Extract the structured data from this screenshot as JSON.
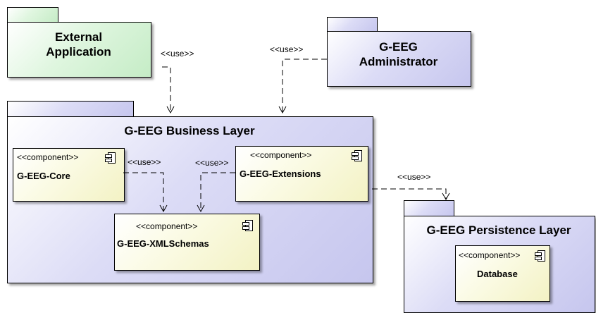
{
  "packages": {
    "external_app": {
      "line1": "External",
      "line2": "Application"
    },
    "administrator": {
      "line1": "G-EEG",
      "line2": "Administrator"
    },
    "business_layer": {
      "title": "G-EEG Business Layer"
    },
    "persistence_layer": {
      "title": "G-EEG Persistence Layer"
    }
  },
  "components": {
    "core": {
      "stereotype": "<<component>>",
      "name": "G-EEG-Core"
    },
    "extensions": {
      "stereotype": "<<component>>",
      "name": "G-EEG-Extensions"
    },
    "xmlschemas": {
      "stereotype": "<<component>>",
      "name": "G-EEG-XMLSchemas"
    },
    "database": {
      "stereotype": "<<component>>",
      "name": "Database"
    }
  },
  "dependencies": {
    "app_to_business": "<<use>>",
    "admin_to_business": "<<use>>",
    "core_to_xml": "<<use>>",
    "ext_to_xml": "<<use>>",
    "business_to_persistence": "<<use>>"
  },
  "colors": {
    "package_green": "#c5ecc6",
    "package_blue": "#c6c6ee",
    "component_yellow": "#f3f2c4",
    "line": "#000000"
  }
}
